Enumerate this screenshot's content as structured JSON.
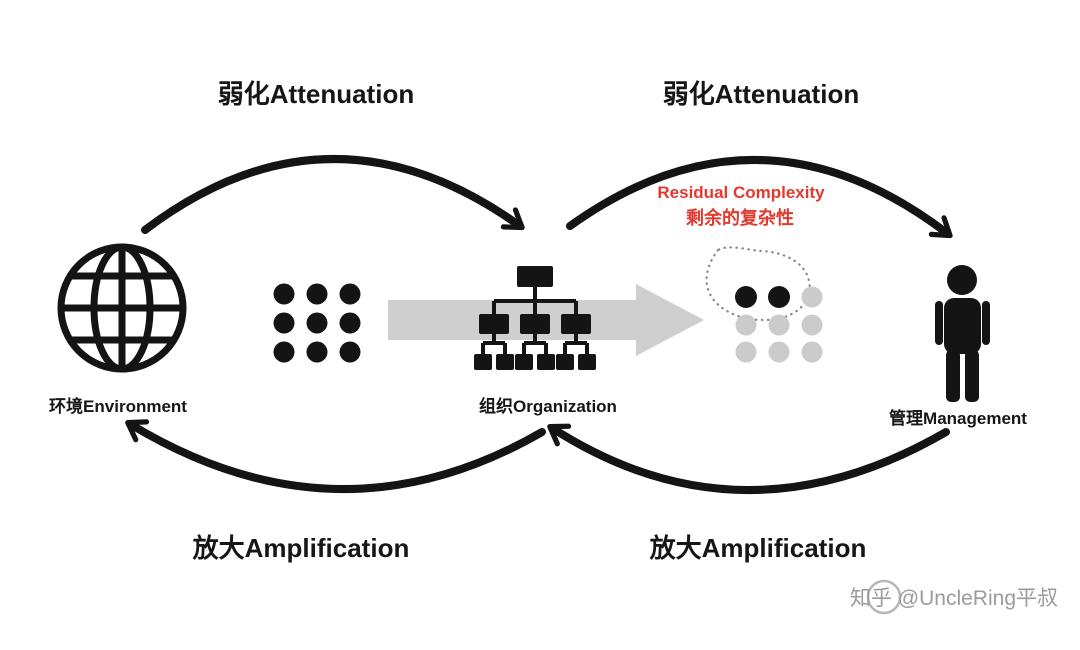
{
  "diagram": {
    "top_left_arrow_label": "弱化Attenuation",
    "top_right_arrow_label": "弱化Attenuation",
    "bottom_left_arrow_label": "放大Amplification",
    "bottom_right_arrow_label": "放大Amplification",
    "environment_label": "环境Environment",
    "organization_label": "组织Organization",
    "management_label": "管理Management",
    "residual_complexity": {
      "en": "Residual Complexity",
      "zh": "剩余的复杂性"
    }
  },
  "watermark": "知乎 @UncleRing平叔",
  "colors": {
    "ink": "#141414",
    "red": "#e2392f",
    "gray_arrow": "#cfcfcf",
    "gray_dot": "#cbcbcb",
    "watermark_gray": "#9b9b9b"
  }
}
